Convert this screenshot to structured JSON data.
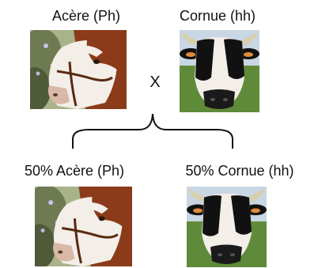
{
  "cross": {
    "operator": "X",
    "parents": [
      {
        "label": "Acère (Ph)"
      },
      {
        "label": "Cornue (hh)"
      }
    ],
    "offspring": [
      {
        "label": "50% Acère (Ph)"
      },
      {
        "label": "50% Cornue (hh)"
      }
    ]
  },
  "colors": {
    "brown_coat": "#8b3a1a",
    "white_coat": "#f3eee8",
    "black_coat": "#111111",
    "grass": "#5f8a3a",
    "sky": "#c9d6e3",
    "text": "#111111"
  }
}
